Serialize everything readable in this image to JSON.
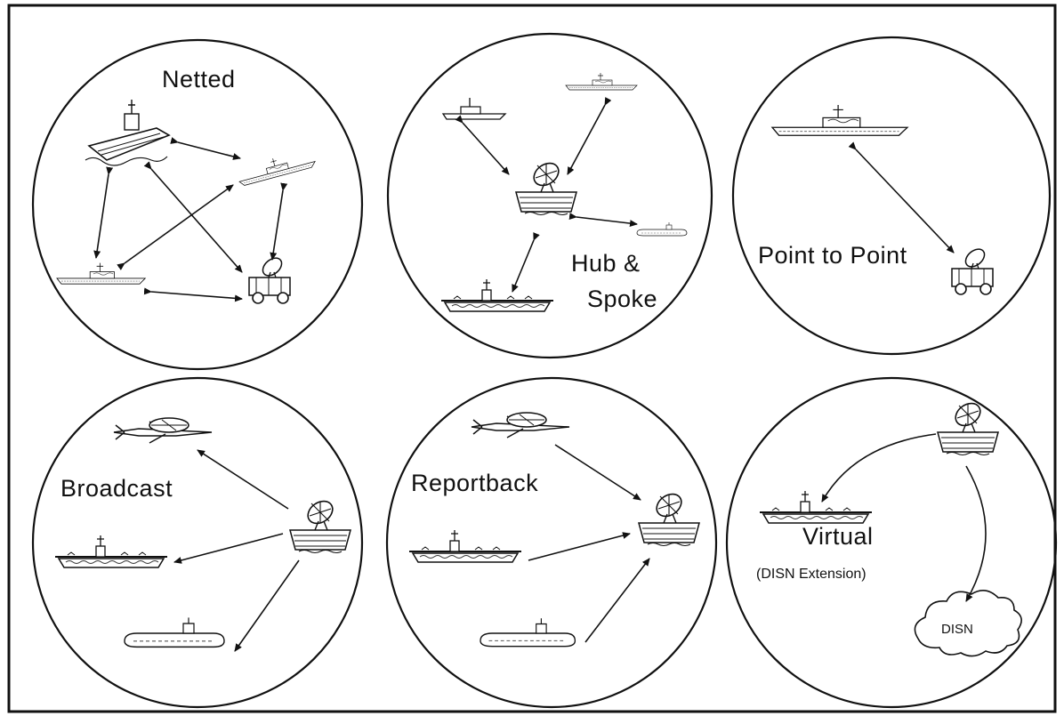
{
  "diagram": {
    "panels": [
      {
        "label": "Netted"
      },
      {
        "label": "Hub &",
        "label2": "Spoke"
      },
      {
        "label": "Point to Point"
      },
      {
        "label": "Broadcast"
      },
      {
        "label": "Reportback"
      },
      {
        "label": "Virtual",
        "sublabel": "(DISN Extension)",
        "cloud_label": "DISN"
      }
    ],
    "icons": {
      "carrier": "aircraft-carrier-icon",
      "destroyer": "destroyer-icon",
      "frigate": "frigate-icon",
      "submarine": "submarine-icon",
      "satellite_ship": "satellite-terminal-ship-icon",
      "vehicle": "satcom-vehicle-icon",
      "aircraft": "awacs-aircraft-icon",
      "cloud": "cloud-icon"
    }
  }
}
